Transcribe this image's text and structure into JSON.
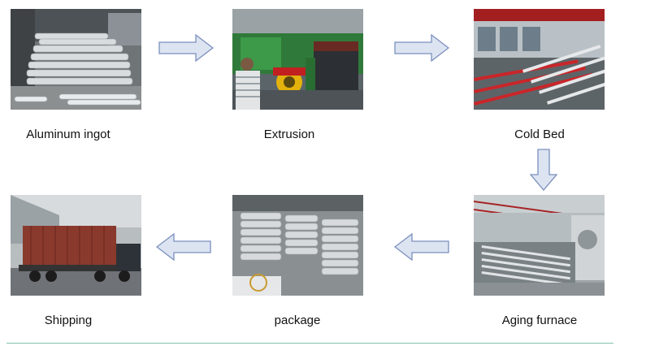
{
  "steps": [
    {
      "id": "ingot",
      "label": "Aluminum ingot"
    },
    {
      "id": "extrusion",
      "label": "Extrusion"
    },
    {
      "id": "cold-bed",
      "label": "Cold Bed"
    },
    {
      "id": "aging",
      "label": "Aging furnace"
    },
    {
      "id": "package",
      "label": "package"
    },
    {
      "id": "shipping",
      "label": "Shipping"
    }
  ],
  "colors": {
    "arrow_fill": "#dce4f2",
    "arrow_stroke": "#7b8fbd",
    "baseline": "#7fc2ad"
  }
}
